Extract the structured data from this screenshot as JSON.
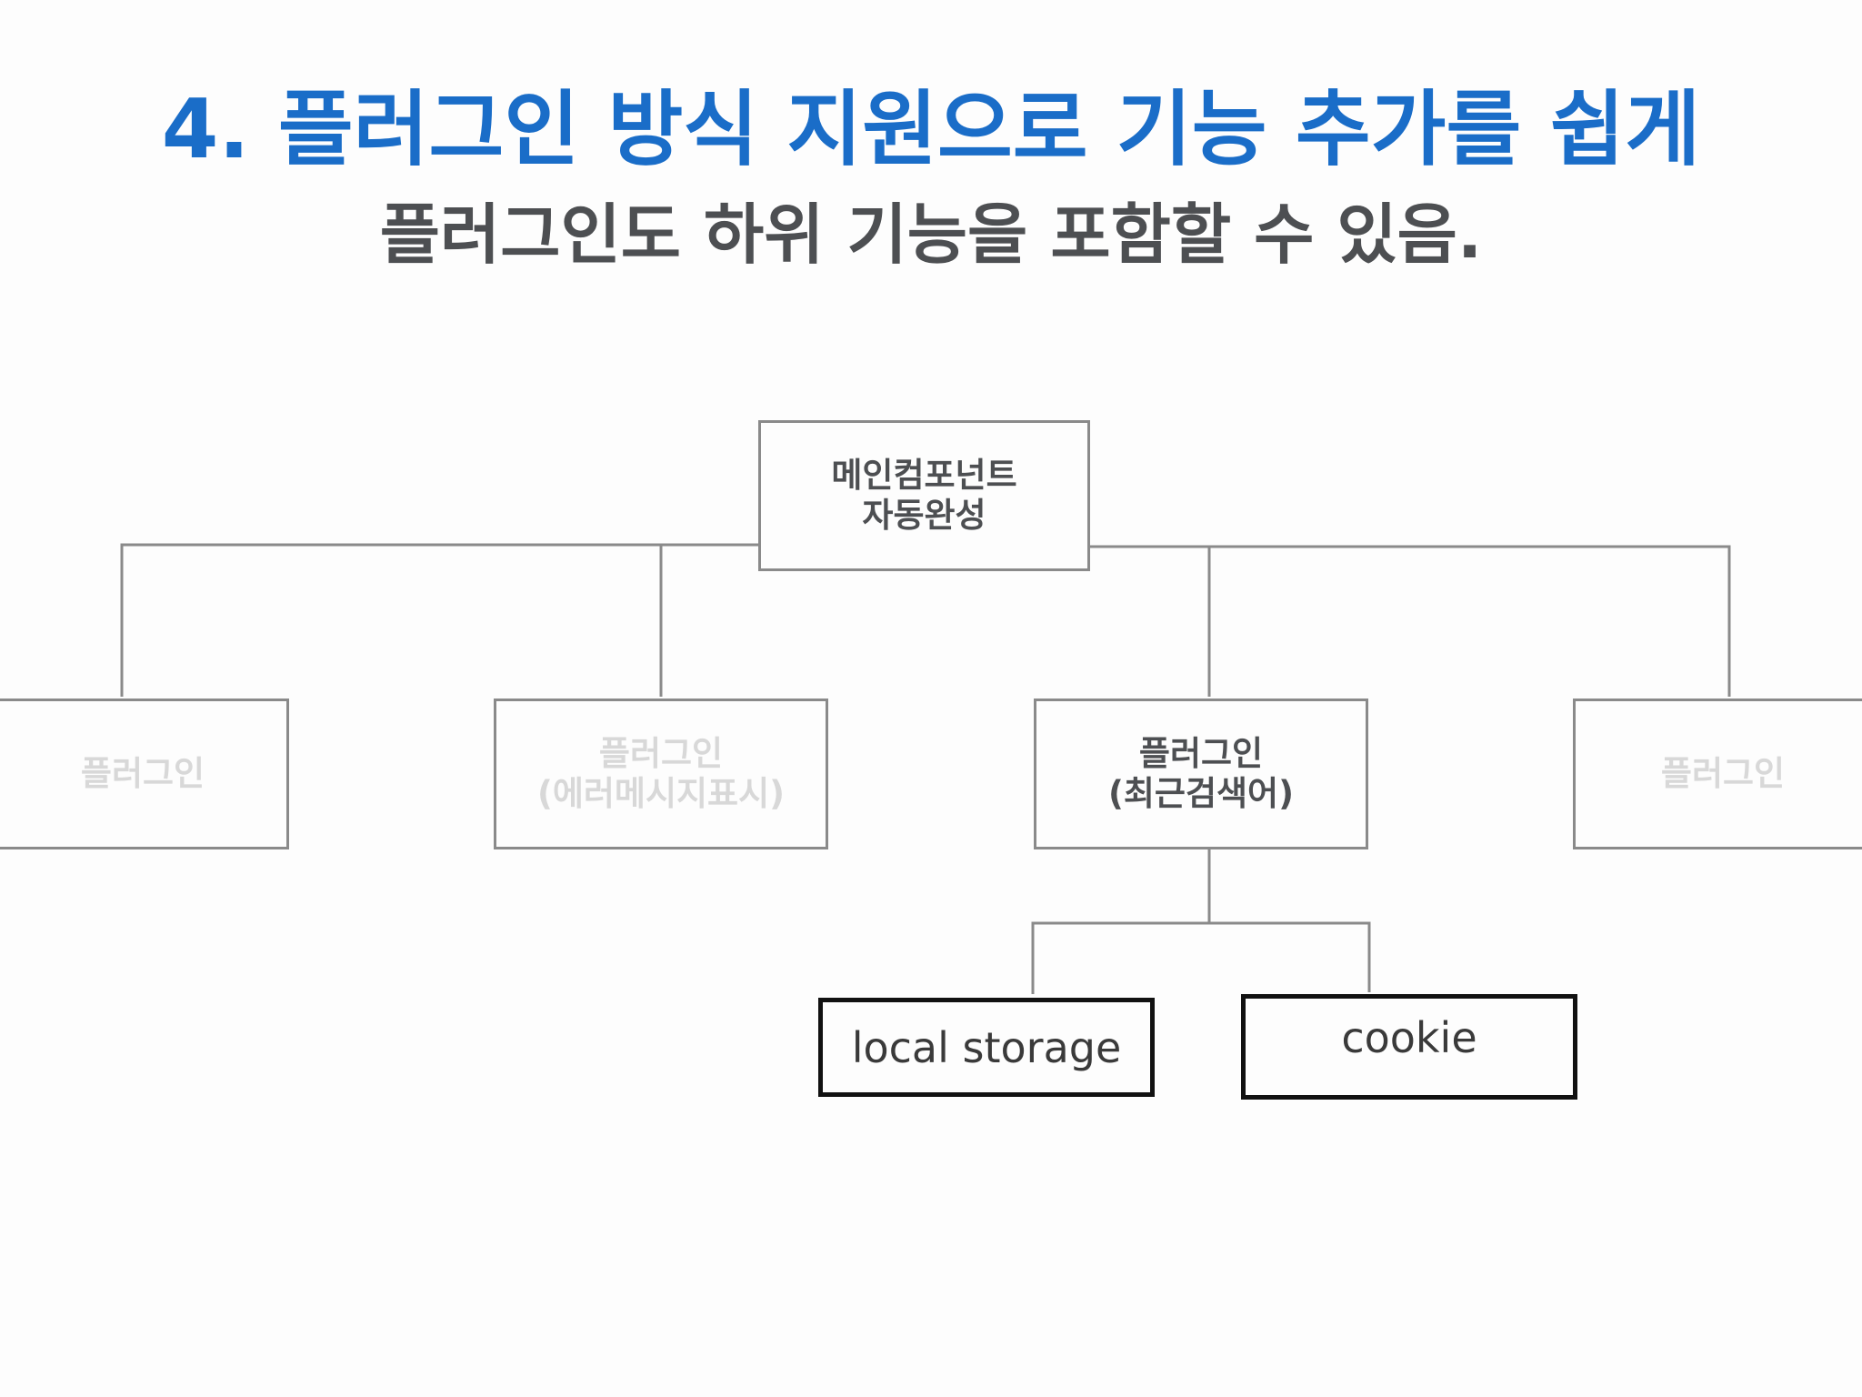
{
  "header": {
    "title": "4. 플러그인 방식 지원으로 기능 추가를 쉽게",
    "subtitle": "플러그인도 하위 기능을 포함할 수 있음."
  },
  "colors": {
    "title": "#1a6dc8",
    "subtitle": "#4d4f52",
    "connector": "#8a8a8a",
    "box_border": "#8a8a8a",
    "box_border_dark": "#111111",
    "faded_text": "#d8d8d8"
  },
  "diagram": {
    "root": {
      "line1": "메인컴포넌트",
      "line2": "자동완성"
    },
    "plugins": [
      {
        "line1": "플러그인",
        "line2": "",
        "faded": true
      },
      {
        "line1": "플러그인",
        "line2": "(에러메시지표시)",
        "faded": true
      },
      {
        "line1": "플러그인",
        "line2": "(최근검색어)",
        "faded": false
      },
      {
        "line1": "플러그인",
        "line2": "",
        "faded": true
      }
    ],
    "sub_items": [
      {
        "label": "local storage"
      },
      {
        "label": "cookie"
      }
    ]
  }
}
